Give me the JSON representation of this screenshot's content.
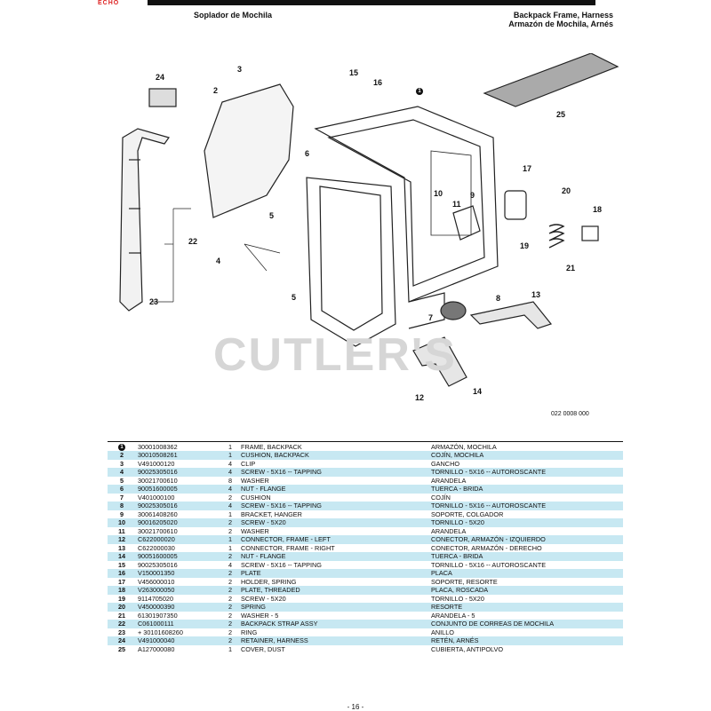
{
  "header": {
    "left": "Soplador de Mochila",
    "right_line1": "Backpack Frame, Harness",
    "right_line2": "Armazón de Mochila, Arnés"
  },
  "watermark": "CUTLER'S",
  "figure_code": "022 0008 000",
  "callouts": [
    "1",
    "2",
    "3",
    "4",
    "5",
    "6",
    "7",
    "8",
    "9",
    "10",
    "11",
    "12",
    "13",
    "14",
    "15",
    "16",
    "17",
    "18",
    "19",
    "20",
    "21",
    "22",
    "23",
    "24",
    "25"
  ],
  "parts": [
    {
      "no": "1",
      "pn": "30001008362",
      "qty": "1",
      "en": "FRAME, BACKPACK",
      "es": "ARMAZÓN, MOCHILA"
    },
    {
      "no": "2",
      "pn": "30010508261",
      "qty": "1",
      "en": "CUSHION, BACKPACK",
      "es": "COJÍN, MOCHILA"
    },
    {
      "no": "3",
      "pn": "V491000120",
      "qty": "4",
      "en": "CLIP",
      "es": "GANCHO"
    },
    {
      "no": "4",
      "pn": "90025305016",
      "qty": "4",
      "en": "SCREW - 5X16 -- TAPPING",
      "es": "TORNILLO - 5X16 -- AUTOROSCANTE"
    },
    {
      "no": "5",
      "pn": "30021700610",
      "qty": "8",
      "en": "WASHER",
      "es": "ARANDELA"
    },
    {
      "no": "6",
      "pn": "90051600005",
      "qty": "4",
      "en": "NUT - FLANGE",
      "es": "TUERCA - BRIDA"
    },
    {
      "no": "7",
      "pn": "V401000100",
      "qty": "2",
      "en": "CUSHION",
      "es": "COJÍN"
    },
    {
      "no": "8",
      "pn": "90025305016",
      "qty": "4",
      "en": "SCREW - 5X16 -- TAPPING",
      "es": "TORNILLO - 5X16 -- AUTOROSCANTE"
    },
    {
      "no": "9",
      "pn": "30061408260",
      "qty": "1",
      "en": "BRACKET, HANGER",
      "es": "SOPORTE, COLGADOR"
    },
    {
      "no": "10",
      "pn": "90016205020",
      "qty": "2",
      "en": "SCREW - 5X20",
      "es": "TORNILLO - 5X20"
    },
    {
      "no": "11",
      "pn": "30021700610",
      "qty": "2",
      "en": "WASHER",
      "es": "ARANDELA"
    },
    {
      "no": "12",
      "pn": "C622000020",
      "qty": "1",
      "en": "CONNECTOR, FRAME - LEFT",
      "es": "CONECTOR, ARMAZÓN - IZQUIERDO"
    },
    {
      "no": "13",
      "pn": "C622000030",
      "qty": "1",
      "en": "CONNECTOR, FRAME - RIGHT",
      "es": "CONECTOR, ARMAZÓN - DERECHO"
    },
    {
      "no": "14",
      "pn": "90051600005",
      "qty": "2",
      "en": "NUT - FLANGE",
      "es": "TUERCA - BRIDA"
    },
    {
      "no": "15",
      "pn": "90025305016",
      "qty": "4",
      "en": "SCREW - 5X16 -- TAPPING",
      "es": "TORNILLO - 5X16 -- AUTOROSCANTE"
    },
    {
      "no": "16",
      "pn": "V150001350",
      "qty": "2",
      "en": "PLATE",
      "es": "PLACA"
    },
    {
      "no": "17",
      "pn": "V456000010",
      "qty": "2",
      "en": "HOLDER, SPRING",
      "es": "SOPORTE, RESORTE"
    },
    {
      "no": "18",
      "pn": "V263000050",
      "qty": "2",
      "en": "PLATE, THREADED",
      "es": "PLACA, ROSCADA"
    },
    {
      "no": "19",
      "pn": "9114705020",
      "qty": "2",
      "en": "SCREW - 5X20",
      "es": "TORNILLO - 5X20"
    },
    {
      "no": "20",
      "pn": "V450000390",
      "qty": "2",
      "en": "SPRING",
      "es": "RESORTE"
    },
    {
      "no": "21",
      "pn": "61301907350",
      "qty": "2",
      "en": "WASHER - 5",
      "es": "ARANDELA - 5"
    },
    {
      "no": "22",
      "pn": "C061000111",
      "qty": "2",
      "en": "BACKPACK STRAP ASSY",
      "es": "CONJUNTO DE CORREAS DE MOCHILA"
    },
    {
      "no": "23",
      "pn": "+ 30101608260",
      "qty": "2",
      "en": "RING",
      "es": "ANILLO"
    },
    {
      "no": "24",
      "pn": "V491000040",
      "qty": "2",
      "en": "RETAINER, HARNESS",
      "es": "RETÉN, ARNÉS"
    },
    {
      "no": "25",
      "pn": "A127000080",
      "qty": "1",
      "en": "COVER, DUST",
      "es": "CUBIERTA, ANTIPOLVO"
    }
  ],
  "page_number": "- 16 -"
}
